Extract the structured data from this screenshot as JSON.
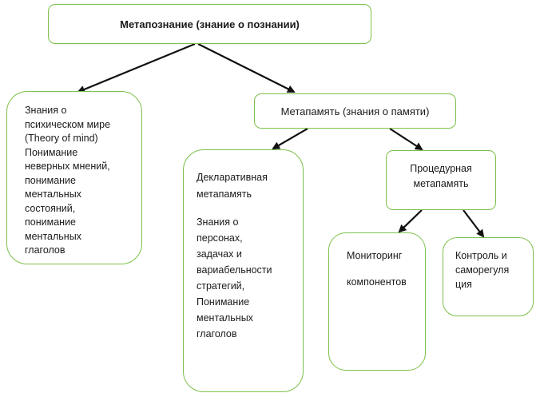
{
  "diagram": {
    "root": {
      "label": "Метапознание (знание о познании)"
    },
    "theory_of_mind": {
      "lines": [
        "Знания о",
        "психическом мире",
        "(Theory of mind)",
        "Понимание",
        "неверных мнений,",
        "понимание",
        "ментальных",
        "состояний,",
        "понимание",
        "ментальных",
        "глаголов"
      ]
    },
    "metamemory": {
      "label": "Метапамять (знания о памяти)"
    },
    "declarative": {
      "title_lines": [
        "Декларативная",
        "метапамять"
      ],
      "body_lines": [
        "Знания о",
        "персонах,",
        "задачах и",
        "вариабельности",
        "стратегий,",
        "Понимание",
        "ментальных",
        "глаголов"
      ]
    },
    "procedural": {
      "lines": [
        "Процедурная",
        "метапамять"
      ]
    },
    "monitoring": {
      "lines": [
        "Мониторинг",
        "компонентов"
      ]
    },
    "control": {
      "lines": [
        "Контроль и",
        "саморегуля",
        "ция"
      ]
    }
  },
  "colors": {
    "box_border": "#7cc04a",
    "arrow": "#111111",
    "text": "#1a1a1a"
  }
}
